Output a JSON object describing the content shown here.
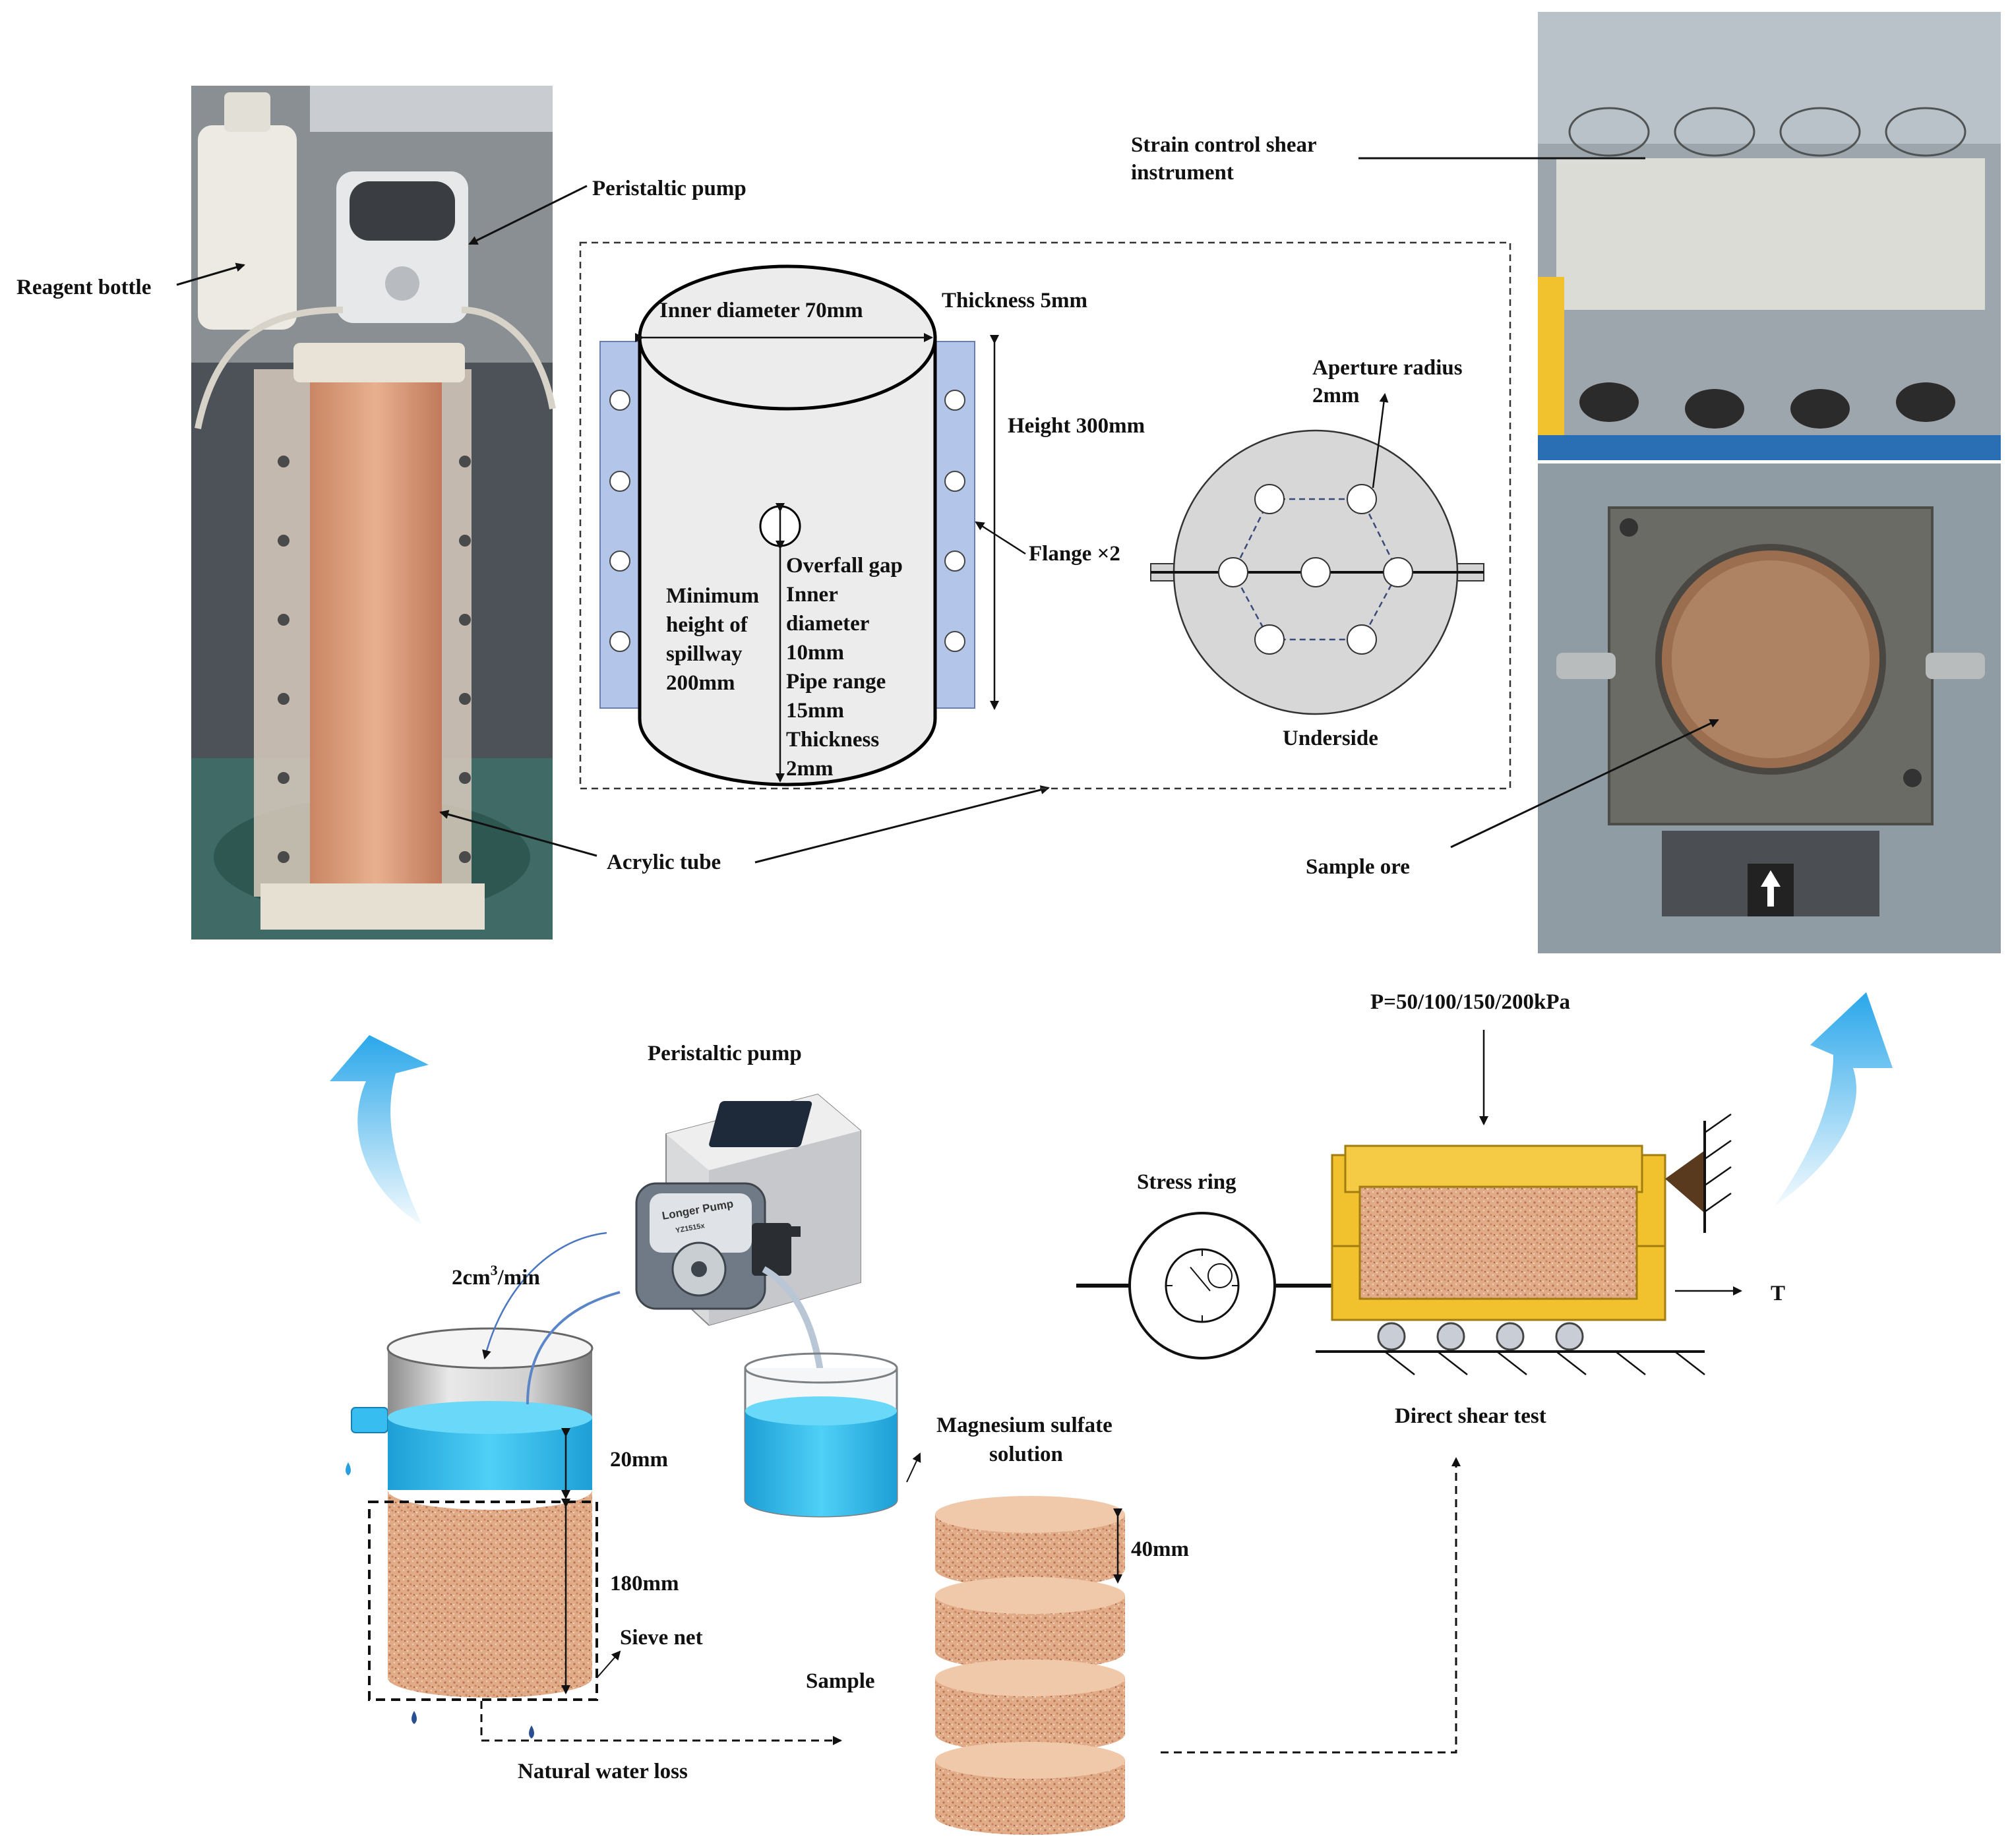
{
  "photos": {
    "left": {
      "reagent_bottle": "Reagent bottle",
      "peristaltic_pump": "Peristaltic pump",
      "acrylic_tube": "Acrylic tube"
    },
    "right": {
      "strain_control_1": "Strain control shear",
      "strain_control_2": "instrument",
      "sample_ore": "Sample ore"
    }
  },
  "schematic": {
    "inner_diameter": "Inner diameter 70mm",
    "thickness_5": "Thickness 5mm",
    "height_300": "Height 300mm",
    "flange": "Flange ×2",
    "aperture_1": "Aperture radius",
    "aperture_2": "2mm",
    "underside": "Underside",
    "spillway": [
      "Minimum",
      "height of",
      "spillway",
      "200mm"
    ],
    "overfall": [
      "Overfall gap",
      "Inner",
      "diameter",
      "10mm",
      "Pipe range",
      "15mm",
      "Thickness",
      "2mm"
    ]
  },
  "process": {
    "pump_label": "Peristaltic pump",
    "pump_brand": "Longer Pump",
    "pump_model": "YZ1515x",
    "flow_rate_base": "2cm",
    "flow_rate_sup": "3",
    "flow_rate_unit": "/min",
    "dim_20": "20mm",
    "dim_180": "180mm",
    "sieve_net": "Sieve net",
    "natural_water_loss": "Natural water loss",
    "magnesium_1": "Magnesium sulfate",
    "magnesium_2": "solution",
    "dim_40": "40mm",
    "sample": "Sample",
    "pressure": "P=50/100/150/200kPa",
    "stress_ring": "Stress ring",
    "t_label": "T",
    "direct_shear": "Direct shear test"
  },
  "colors": {
    "water": "#36c2f0",
    "arrow_blue": "#2aa7ea",
    "soil": "#d9a27c",
    "flange": "#b3c6ea",
    "frame": "#f2c12e"
  }
}
